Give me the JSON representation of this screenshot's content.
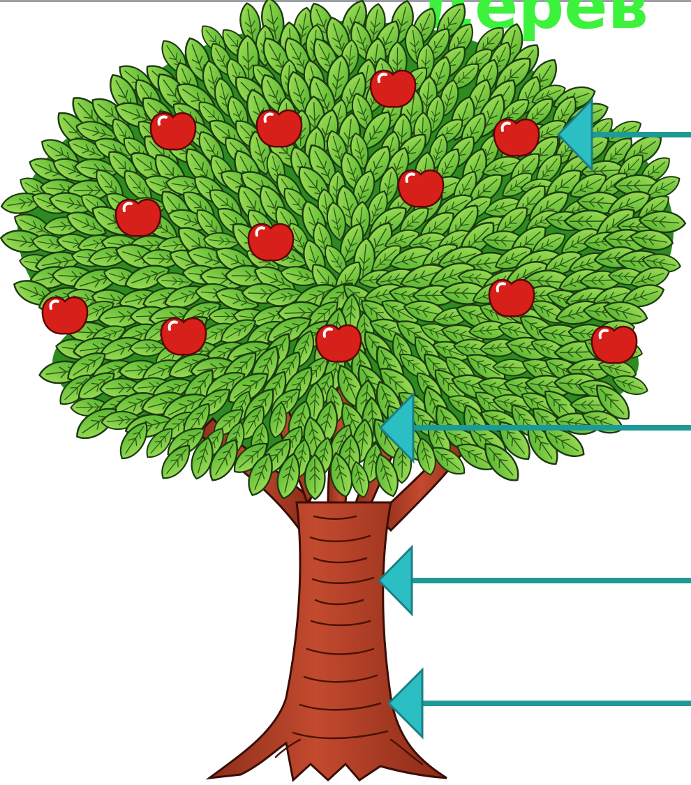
{
  "title": {
    "text": "Дерев",
    "color": "#3CF23C"
  },
  "colors": {
    "leaf": "#7FD43A",
    "leaf_dark": "#2E8B1F",
    "leaf_outline": "#1B3A12",
    "apple": "#D8201A",
    "apple_highlight": "#FFFFFF",
    "trunk": "#B5412A",
    "trunk_dark": "#6E1F12",
    "arrow": "#2BBFC4",
    "arrow_line": "#1E9A96",
    "top_border": "#9AA0A6"
  },
  "pointers": [
    {
      "label": "",
      "target": "crown"
    },
    {
      "label": "",
      "target": "branches"
    },
    {
      "label": "",
      "target": "trunk"
    },
    {
      "label": "",
      "target": "roots"
    }
  ]
}
